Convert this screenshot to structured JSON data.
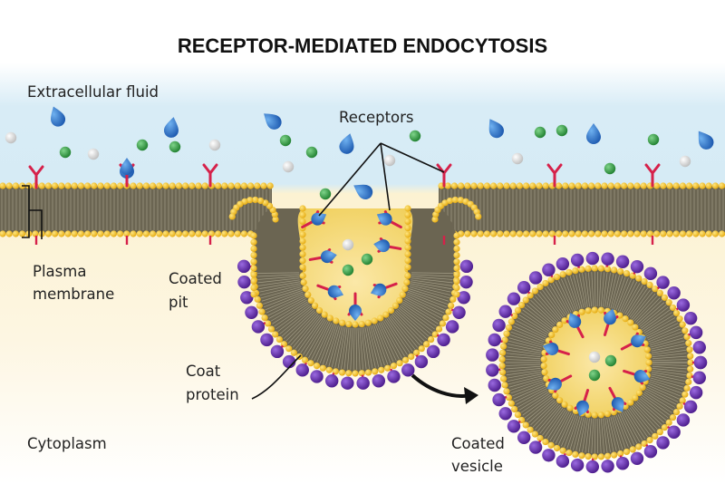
{
  "title": "RECEPTOR-MEDIATED  ENDOCYTOSIS",
  "labels": {
    "extracellular_fluid": "Extracellular fluid",
    "receptors": "Receptors",
    "plasma_membrane_line1": "Plasma",
    "plasma_membrane_line2": "membrane",
    "coated_pit_line1": "Coated",
    "coated_pit_line2": "pit",
    "coat_protein_line1": "Coat",
    "coat_protein_line2": "protein",
    "cytoplasm": "Cytoplasm",
    "coated_vesicle_line1": "Coated",
    "coated_vesicle_line2": "vesicle"
  },
  "colors": {
    "extracellular_top": "#cfe6f3",
    "cytoplasm": "#fbefc9",
    "lipid_head": "#f2c21a",
    "lipid_tail": "#6b6552",
    "receptor": "#d6214a",
    "ligand_blue": "#1f66c2",
    "ligand_green": "#2c9a3c",
    "ligand_white": "#e6e6e6",
    "coat_protein": "#6a2fb0",
    "arrow": "#111111"
  }
}
